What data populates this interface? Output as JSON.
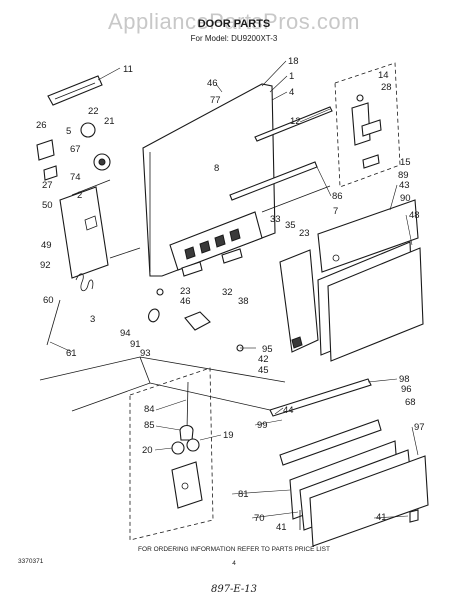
{
  "watermark": "AppliancePartsPros.com",
  "header": {
    "title": "DOOR PARTS",
    "model_line": "For Model: DU9200XT-3"
  },
  "callouts": [
    "11",
    "18",
    "46",
    "77",
    "1",
    "4",
    "14",
    "28",
    "22",
    "26",
    "5",
    "21",
    "12",
    "8",
    "67",
    "27",
    "74",
    "50",
    "2",
    "86",
    "15",
    "89",
    "43",
    "90",
    "48",
    "7",
    "33",
    "35",
    "23",
    "49",
    "92",
    "60",
    "3",
    "23",
    "46",
    "32",
    "38",
    "94",
    "91",
    "93",
    "95",
    "42",
    "45",
    "44",
    "98",
    "96",
    "68",
    "97",
    "84",
    "85",
    "19",
    "99",
    "20",
    "81",
    "70",
    "41",
    "41",
    "61"
  ],
  "footer": {
    "doc_number": "3370371",
    "instruction": "FOR ORDERING INFORMATION REFER TO PARTS PRICE LIST",
    "page_number": "4",
    "handwritten": "897-E-13"
  },
  "colors": {
    "line": "#1a1a1a",
    "watermark": "#c8c8c8",
    "background": "#ffffff"
  }
}
